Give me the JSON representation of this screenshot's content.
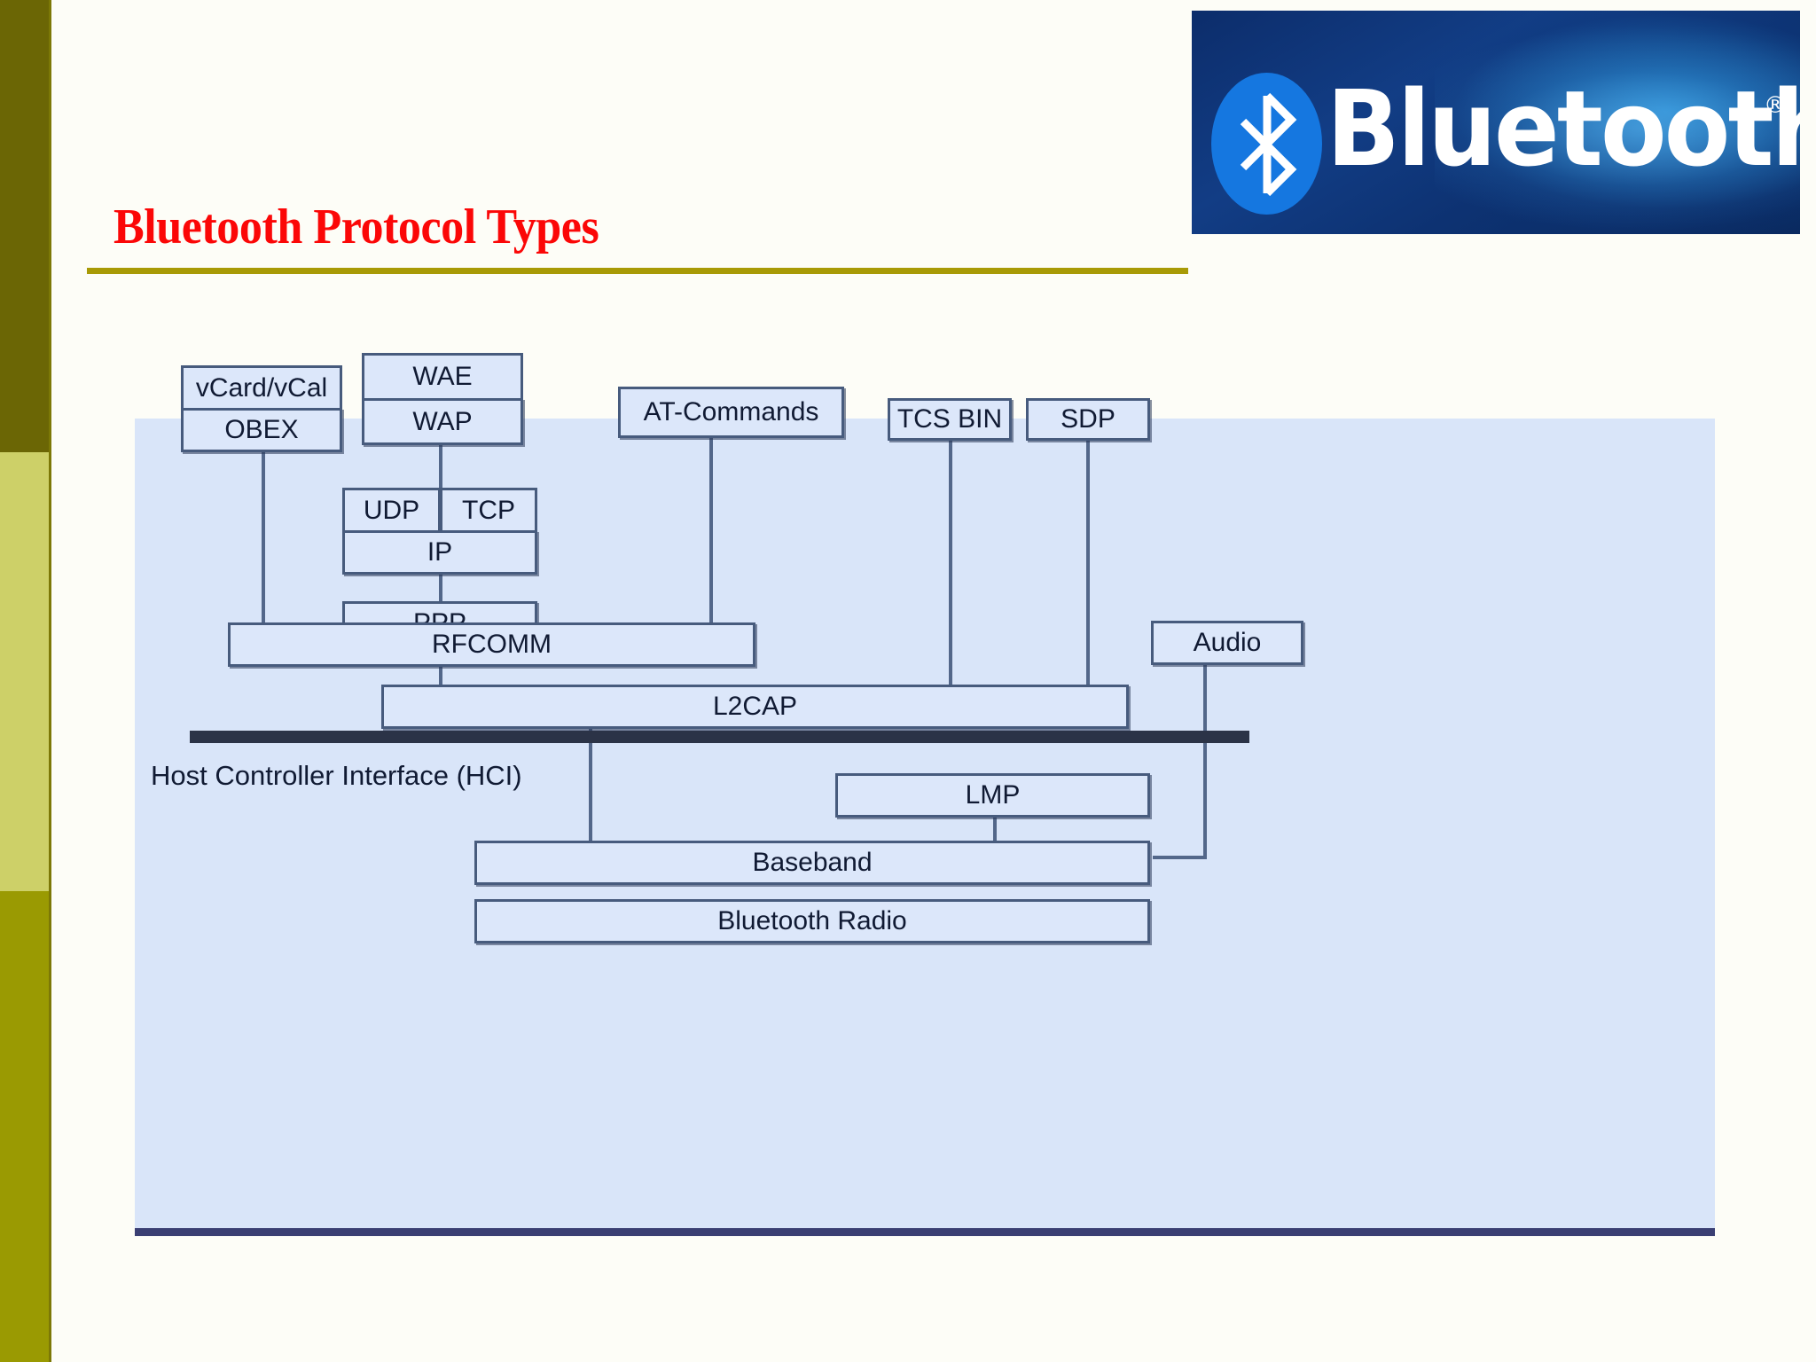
{
  "slide": {
    "title": "Bluetooth Protocol Types",
    "title_color": "#fb0707",
    "rule_color": "#a89a06",
    "sidebar_colors": [
      "#6b6605",
      "#cdd068",
      "#9a9a02"
    ]
  },
  "logo": {
    "wordmark": "Bluetooth",
    "registered_mark": "®",
    "icon_name": "bluetooth-rune-icon",
    "icon_bg": "#1577e0",
    "panel_bg": "#123d85"
  },
  "diagram": {
    "panel_bg": "#d9e5f9",
    "box_border": "#475b7d",
    "hci_bar_color": "#2b3347",
    "hci_label": "Host Controller Interface (HCI)",
    "boxes": {
      "vcard": "vCard/vCal",
      "obex": "OBEX",
      "wae": "WAE",
      "wap": "WAP",
      "udp": "UDP",
      "tcp": "TCP",
      "ip": "IP",
      "ppp": "PPP",
      "at_commands": "AT-Commands",
      "tcs_bin": "TCS BIN",
      "sdp": "SDP",
      "rfcomm": "RFCOMM",
      "audio": "Audio",
      "l2cap": "L2CAP",
      "lmp": "LMP",
      "baseband": "Baseband",
      "radio": "Bluetooth Radio"
    }
  }
}
